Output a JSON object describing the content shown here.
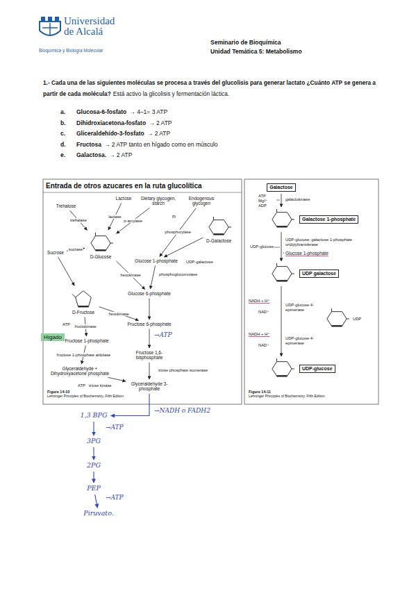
{
  "diagram": {
    "title": "Entrada de otros azucares en la ruta glucolítica",
    "nodes": [
      {
        "text": [
          "Trehalose"
        ]
      },
      {
        "text": [
          "Lactose"
        ]
      },
      {
        "text": [
          "Dietary glycogen, starch"
        ]
      },
      {
        "text": [
          "Endogenous glycogen"
        ]
      },
      {
        "text": [
          "D-Galactose"
        ]
      },
      {
        "text": [
          "Sucrose"
        ]
      },
      {
        "text": [
          "D-Glucose"
        ]
      },
      {
        "text": [
          "Glucose 1-phosphate"
        ]
      },
      {
        "text": [
          "Glucose 6-phosphate"
        ]
      },
      {
        "text": [
          "D-Fructose"
        ]
      },
      {
        "text": [
          "Fructose 6-phosphate"
        ]
      },
      {
        "text": [
          "Hígado"
        ]
      },
      {
        "text": [
          "Fructose 1-phosphate"
        ]
      },
      {
        "text": [
          "Fructose 1,6-bisphosphate"
        ]
      },
      {
        "text": [
          "Glyceraldehyde + Dihydroxyacetone phosphate"
        ]
      },
      {
        "text": [
          "Glyceraldehyde 3-phosphate"
        ]
      },
      {
        "text": [
          "1,3 BPG"
        ]
      },
      {
        "text": [
          "3PG"
        ]
      },
      {
        "text": [
          "2PG"
        ]
      },
      {
        "text": [
          "PEP"
        ]
      },
      {
        "text": [
          "Piruvato."
        ]
      },
      {
        "text": [
          "Galactose"
        ]
      },
      {
        "text": [
          "Galactose 1-phosphate"
        ]
      },
      {
        "text": [
          "UDP galactose"
        ]
      },
      {
        "text": [
          "UDP-glucose"
        ]
      }
    ],
    "edges": [
      {
        "from": 0,
        "to": 6,
        "label": "trehalase",
        "arrow": "to"
      },
      {
        "from": 1,
        "to": 6,
        "label": "lactase",
        "arrow": "to"
      },
      {
        "from": 2,
        "to": 6,
        "label": "α-amylase",
        "arrow": "to"
      },
      {
        "from": 3,
        "to": 7,
        "label": "phosphorylase",
        "arrow": "to"
      },
      {
        "from": 4,
        "to": 7,
        "arrow": "to"
      },
      {
        "from": 5,
        "to": 6,
        "label": "sucrase",
        "arrow": "to"
      },
      {
        "from": 5,
        "to": 9,
        "arrow": "to"
      },
      {
        "from": 6,
        "to": 8,
        "label": "hexokinase",
        "arrow": "to"
      },
      {
        "from": 7,
        "to": 8,
        "arrow": "to"
      },
      {
        "from": 8,
        "to": 10,
        "arrow": "to"
      },
      {
        "from": 9,
        "to": 10,
        "label": "hexokinase",
        "arrow": "to"
      },
      {
        "from": 9,
        "to": 12,
        "label": "fructokinase",
        "arrow": "to"
      },
      {
        "from": 10,
        "to": 13,
        "arrow": "to"
      },
      {
        "from": 12,
        "to": 14,
        "label": "fructose 1-phosphate aldolase",
        "arrow": "to"
      },
      {
        "from": 13,
        "to": 15,
        "arrow": "to"
      },
      {
        "from": 14,
        "to": 15,
        "arrow": "to"
      },
      {
        "from": 15,
        "to": 16,
        "arrow": "to"
      },
      {
        "from": 16,
        "to": 17,
        "arrow": "to"
      },
      {
        "from": 17,
        "to": 18,
        "arrow": "to"
      },
      {
        "from": 18,
        "to": 19,
        "arrow": "to"
      },
      {
        "from": 19,
        "to": 20,
        "arrow": "to"
      },
      {
        "from": 21,
        "to": 22,
        "arrow": "to"
      },
      {
        "from": 22,
        "to": 23,
        "arrow": "to"
      },
      {
        "from": 23,
        "to": 24,
        "arrow": "to"
      }
    ],
    "labels": [
      "Universidad de Alcalá",
      "Bioquímica y Biología Molecular",
      "Seminario de Bioquímica",
      "Unidad Temática 5: Metabolismo",
      "1.- Cada una de las siguientes moléculas se procesa a través del glucolisis para generar lactato ¿Cuánto ATP se genera a partir de cada molécula?",
      "Está activo la glicolisis y fermentación láctica.",
      "a.",
      "Glucosa-6-fosfato",
      "→ 4–1= 3 ATP",
      "b.",
      "Dihidroxiacetona-fosfato",
      "→ 2 ATP",
      "c.",
      "Gliceraldehído-3-fosfato",
      "→ 2 ATP",
      "d.",
      "Fructosa",
      "→ 2 ATP tanto en hígado como en músculo",
      "e.",
      "Galactosa.",
      "→ 2 ATP",
      "phosphoglucomutase",
      "UDP-galactose",
      "Pi",
      "ATP",
      "→ATP",
      "triose phosphate isomerase",
      "triose kinase",
      "ATP",
      "Figure 14-10",
      "Lehninger Principles of Biochemistry, Fifth Edition",
      "→NADH o FADH2",
      "→ATP",
      "→ATP",
      "ATP",
      "Mg²⁺",
      "ADP",
      "galactokinase",
      "UDP-glucose",
      "UDP-glucose: galactose 1-phosphate uridylyltransferase",
      "Glucose 1-phosphate",
      "NADH + H⁺",
      "NAD⁺",
      "UDP-glucose 4-epimerase",
      "UDP",
      "NADH + H⁺",
      "NAD⁺",
      "UDP-glucose 4-epimerase",
      "Figure 14-11",
      "Lehninger Principles of Biochemistry, Fifth Edition"
    ]
  }
}
